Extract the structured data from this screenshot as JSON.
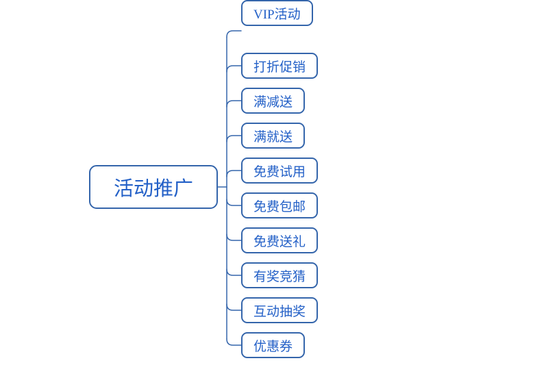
{
  "mindmap": {
    "root": {
      "label": "活动推广"
    },
    "children": [
      {
        "label": "打折促销"
      },
      {
        "label": "满减送"
      },
      {
        "label": "满就送"
      },
      {
        "label": "免费试用"
      },
      {
        "label": "免费包邮"
      },
      {
        "label": "免费送礼"
      },
      {
        "label": "有奖竞猜"
      },
      {
        "label": "互动抽奖"
      },
      {
        "label": "优惠券"
      },
      {
        "label": "VIP活动"
      }
    ],
    "colors": {
      "node_border": "#3465ab",
      "node_text": "#2360c7",
      "connector_line": "#3465ab",
      "background": "#ffffff"
    }
  }
}
